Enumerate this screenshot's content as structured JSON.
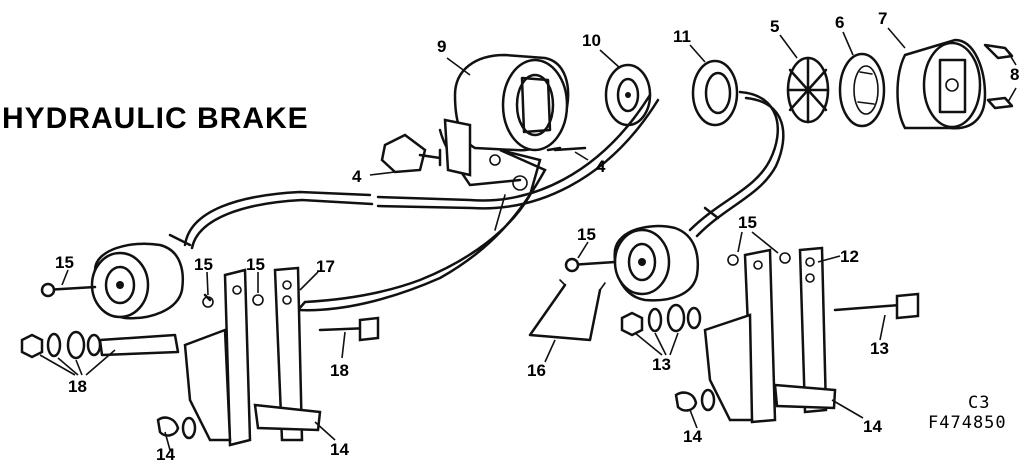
{
  "title": "HYDRAULIC BRAKE",
  "ink_color": "#111111",
  "background_color": "#ffffff",
  "callouts": [
    {
      "id": "c9",
      "label": "9"
    },
    {
      "id": "c10",
      "label": "10"
    },
    {
      "id": "c11",
      "label": "11"
    },
    {
      "id": "c5",
      "label": "5"
    },
    {
      "id": "c6",
      "label": "6"
    },
    {
      "id": "c7",
      "label": "7"
    },
    {
      "id": "c8",
      "label": "8"
    },
    {
      "id": "c4a",
      "label": "4"
    },
    {
      "id": "c4b",
      "label": "4"
    },
    {
      "id": "c15a",
      "label": "15"
    },
    {
      "id": "c15b",
      "label": "15"
    },
    {
      "id": "c15c",
      "label": "15"
    },
    {
      "id": "c17",
      "label": "17"
    },
    {
      "id": "c18a",
      "label": "18"
    },
    {
      "id": "c18b",
      "label": "18"
    },
    {
      "id": "c14a",
      "label": "14"
    },
    {
      "id": "c14b",
      "label": "14"
    },
    {
      "id": "c15d",
      "label": "15"
    },
    {
      "id": "c16",
      "label": "16"
    },
    {
      "id": "c13a",
      "label": "13"
    },
    {
      "id": "c15e",
      "label": "15"
    },
    {
      "id": "c12",
      "label": "12"
    },
    {
      "id": "c13b",
      "label": "13"
    },
    {
      "id": "c14c",
      "label": "14"
    },
    {
      "id": "c14d",
      "label": "14"
    }
  ],
  "codes": {
    "section": "C3",
    "figure": "F474850"
  }
}
